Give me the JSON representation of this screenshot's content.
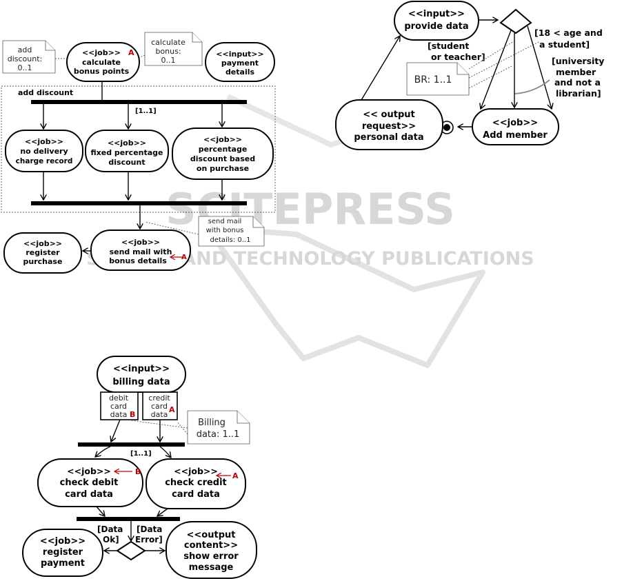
{
  "watermark": {
    "main": "SCITEPRESS",
    "sub": "SCIENCE AND TECHNOLOGY PUBLICATIONS"
  },
  "discount_diagram": {
    "region_label": "add discount",
    "guard": "[1..1]",
    "nodes": {
      "calc_bonus": [
        "<<job>>",
        "calculate",
        "bonus points"
      ],
      "payment": [
        "<<input>>",
        "payment",
        "details"
      ],
      "no_delivery": [
        "<<job>>",
        "no delivery",
        "charge record"
      ],
      "fixed_pct": [
        "<<job>>",
        "fixed percentage",
        "discount"
      ],
      "pct_purchase": [
        "<<job>>",
        "percentage",
        "discount based",
        "on purchase"
      ],
      "register_purchase": [
        "<<job>>",
        "register",
        "purchase"
      ],
      "send_mail": [
        "<<job>>",
        "send mail with",
        "bonus details"
      ]
    },
    "notes": {
      "add_discount": [
        "add",
        "discount:",
        "0..1"
      ],
      "calc_bonus": [
        "calculate",
        "bonus:",
        "0..1"
      ],
      "send_mail": [
        "send mail",
        "with bonus",
        "details: 0..1"
      ]
    },
    "markers": {
      "calc_bonus": "A",
      "send_mail": "A"
    }
  },
  "member_diagram": {
    "nodes": {
      "provide": [
        "<<input>>",
        "provide data"
      ],
      "output": [
        "<< output",
        "request>>",
        "personal data"
      ],
      "add_member": [
        "<<job>>",
        "Add member"
      ]
    },
    "guards": {
      "age": [
        "[18 < age and",
        "a student]"
      ],
      "student": [
        "[student",
        "or teacher]"
      ],
      "university": [
        "[university",
        "member",
        "and not a",
        "librarian]"
      ]
    },
    "note": "BR: 1..1"
  },
  "billing_diagram": {
    "guard": "[1..1]",
    "nodes": {
      "billing": [
        "<<input>>",
        "billing data"
      ],
      "check_debit": [
        "<<job>>",
        "check debit",
        "card data"
      ],
      "check_credit": [
        "<<job>>",
        "check credit",
        "card data"
      ],
      "register_payment": [
        "<<job>>",
        "register",
        "payment"
      ],
      "show_error": [
        "<<output",
        "content>>",
        "show error",
        "message"
      ]
    },
    "objects": {
      "debit": [
        "debit",
        "card",
        "data"
      ],
      "credit": [
        "credit",
        "card",
        "data"
      ]
    },
    "object_markers": {
      "debit": "B",
      "credit": "A"
    },
    "arrow_markers": {
      "check_debit": "B",
      "check_credit": "A"
    },
    "note": [
      "Billing",
      "data: 1..1"
    ],
    "guards": {
      "ok": [
        "[Data",
        "Ok]"
      ],
      "error": [
        "[Data",
        "Error]"
      ]
    }
  }
}
